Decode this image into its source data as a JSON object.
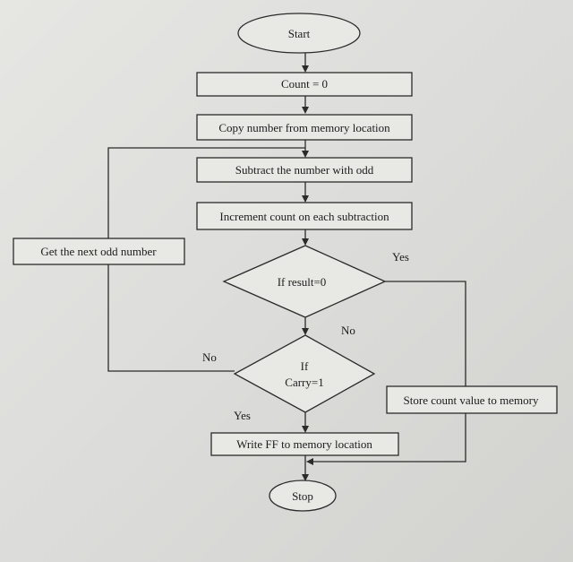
{
  "flowchart": {
    "start": "Start",
    "count_init": "Count = 0",
    "copy_number": "Copy number from memory location",
    "subtract": "Subtract the number with odd",
    "increment": "Increment count on each subtraction",
    "decision_result": "If result=0",
    "decision_carry_line1": "If",
    "decision_carry_line2": "Carry=1",
    "next_odd": "Get the next odd number",
    "store_count": "Store count value to memory",
    "write_ff": "Write FF to memory location",
    "stop": "Stop",
    "labels": {
      "result_yes": "Yes",
      "result_no": "No",
      "carry_no": "No",
      "carry_yes": "Yes"
    }
  }
}
